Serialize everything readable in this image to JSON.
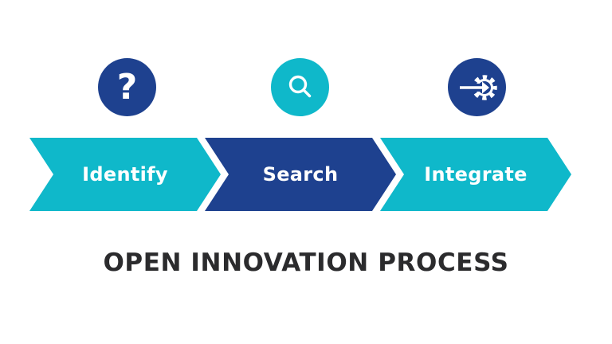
{
  "diagram": {
    "title": "OPEN INNOVATION PROCESS",
    "steps": [
      {
        "label": "Identify",
        "icon": "question-mark-icon",
        "icon_glyph": "?",
        "arrow_color": "#0fb8ca",
        "icon_bg": "#1e418f"
      },
      {
        "label": "Search",
        "icon": "search-icon",
        "arrow_color": "#1e418f",
        "icon_bg": "#0fb8ca"
      },
      {
        "label": "Integrate",
        "icon": "gear-arrow-icon",
        "arrow_color": "#0fb8ca",
        "icon_bg": "#1e418f"
      }
    ],
    "colors": {
      "cyan": "#0fb8ca",
      "dark_blue": "#1e418f",
      "title_text": "#2b2b2d",
      "background": "#ffffff",
      "icon_stroke": "#ffffff"
    }
  }
}
